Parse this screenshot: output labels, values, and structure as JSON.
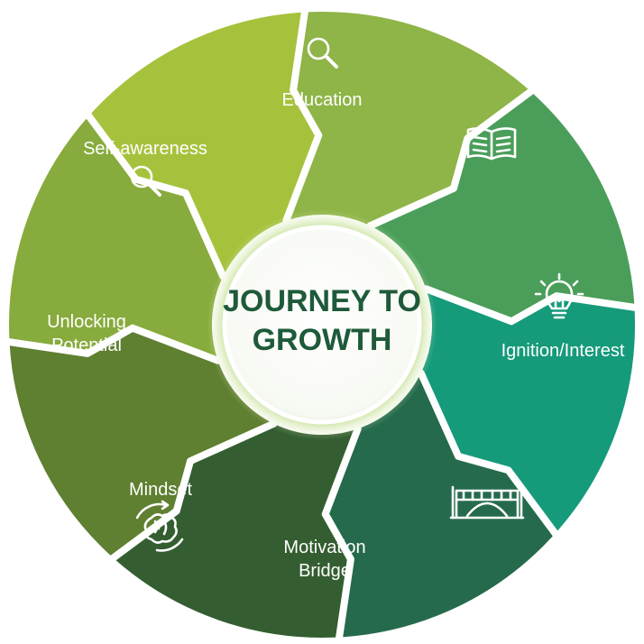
{
  "center": {
    "title_line1": "JOURNEY TO",
    "title_line2": "GROWTH"
  },
  "segments": [
    {
      "label_lines": [
        "Education"
      ],
      "icon": "magnifier-icon",
      "color": "#a6c23c"
    },
    {
      "label_lines": [],
      "icon": "book-icon",
      "color": "#8fb447"
    },
    {
      "label_lines": [
        "Ignition/Interest"
      ],
      "icon": "lightbulb-icon",
      "color": "#4a9e59"
    },
    {
      "label_lines": [],
      "icon": "bridge-icon",
      "color": "#159a7a"
    },
    {
      "label_lines": [
        "Motivation",
        "Bridge"
      ],
      "icon": "",
      "color": "#256a4c"
    },
    {
      "label_lines": [
        "Mindset"
      ],
      "icon": "brain-cycle-icon",
      "color": "#345e31"
    },
    {
      "label_lines": [
        "Unlocking",
        "Potential"
      ],
      "icon": "",
      "color": "#5f7f31"
    },
    {
      "label_lines": [
        "Self-awareness"
      ],
      "icon": "magnifier-icon",
      "color": "#87ab3c"
    }
  ],
  "colors": {
    "center_text": "#1e5a3a",
    "center_glow": "#7fb83a",
    "separator": "#ffffff"
  }
}
